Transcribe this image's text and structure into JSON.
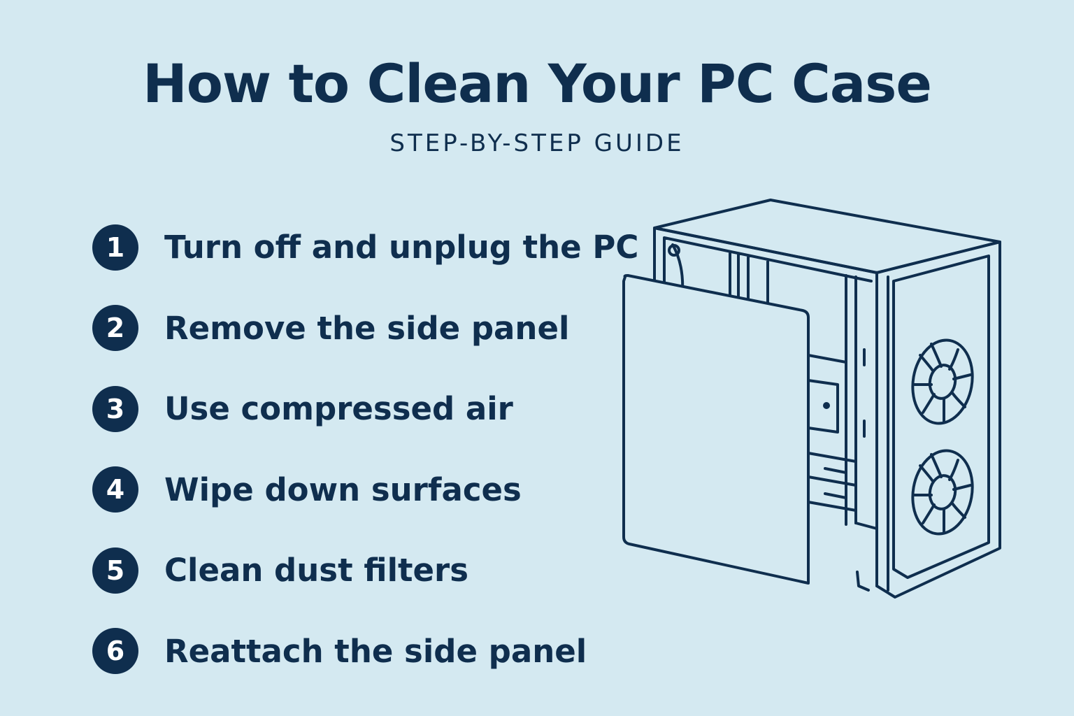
{
  "header": {
    "title": "How to Clean Your PC Case",
    "subtitle": "STEP-BY-STEP GUIDE"
  },
  "steps": [
    {
      "number": "1",
      "label": "Turn off and unplug the PC"
    },
    {
      "number": "2",
      "label": "Remove the side panel"
    },
    {
      "number": "3",
      "label": "Use compressed air"
    },
    {
      "number": "4",
      "label": "Wipe down surfaces"
    },
    {
      "number": "5",
      "label": "Clean dust filters"
    },
    {
      "number": "6",
      "label": "Reattach the side panel"
    }
  ],
  "illustration": {
    "icon": "pc-case-icon",
    "parts": [
      "case-body",
      "side-panel",
      "front-fan-top",
      "front-fan-bottom"
    ]
  },
  "colors": {
    "background": "#d4e9f1",
    "text": "#0f2e4e",
    "badge": "#0f2e4e",
    "badge_text": "#ffffff",
    "line": "#0f2e4e"
  }
}
